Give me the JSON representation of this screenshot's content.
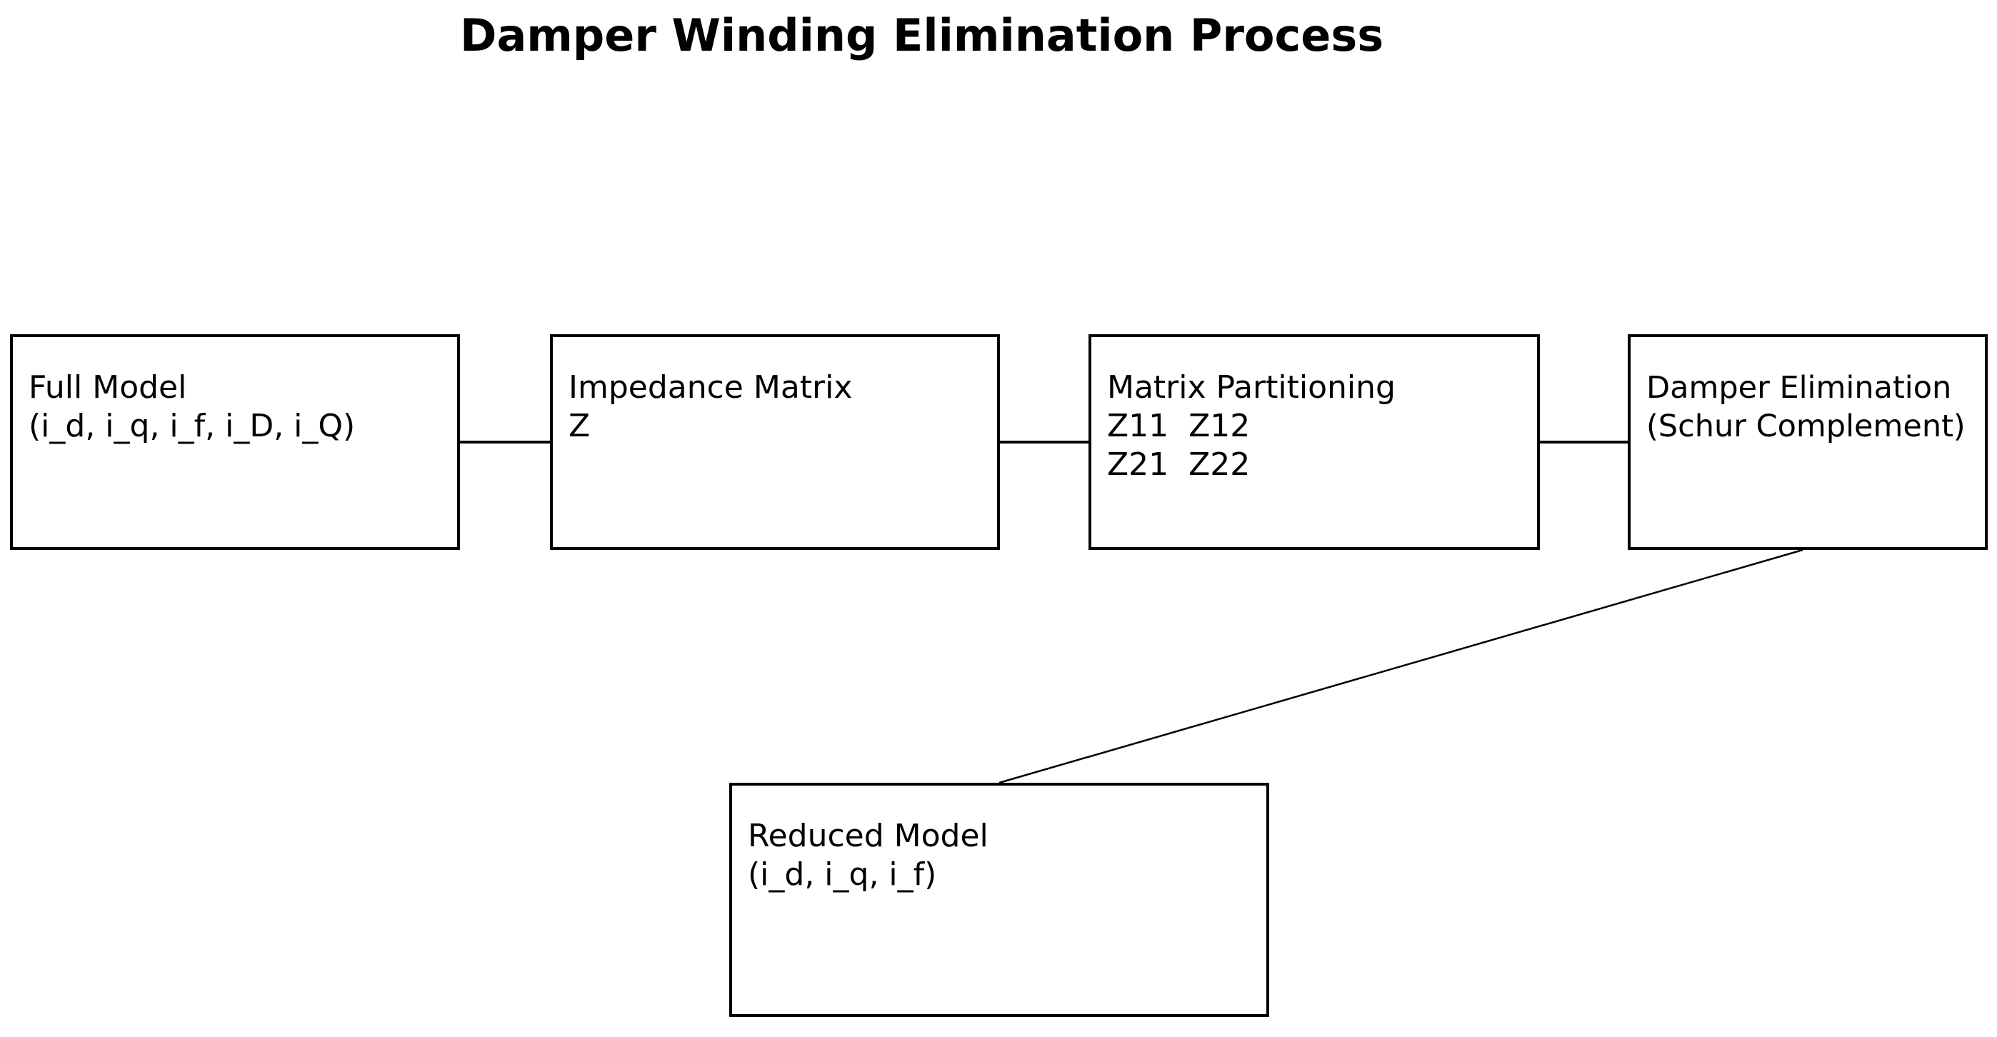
{
  "title": "Damper Winding Elimination Process",
  "nodes": {
    "full_model": {
      "lines": [
        "Full Model",
        "(i_d, i_q, i_f, i_D, i_Q)"
      ]
    },
    "impedance_matrix": {
      "lines": [
        "Impedance Matrix",
        "Z"
      ]
    },
    "matrix_partitioning": {
      "lines": [
        "Matrix Partitioning",
        "Z11  Z12",
        "Z21  Z22"
      ]
    },
    "damper_elimination": {
      "lines": [
        "Damper Elimination",
        "(Schur Complement)"
      ]
    },
    "reduced_model": {
      "lines": [
        "Reduced Model",
        "(i_d, i_q, i_f)"
      ]
    }
  },
  "colors": {
    "stroke": "#000000",
    "background": "#ffffff"
  }
}
